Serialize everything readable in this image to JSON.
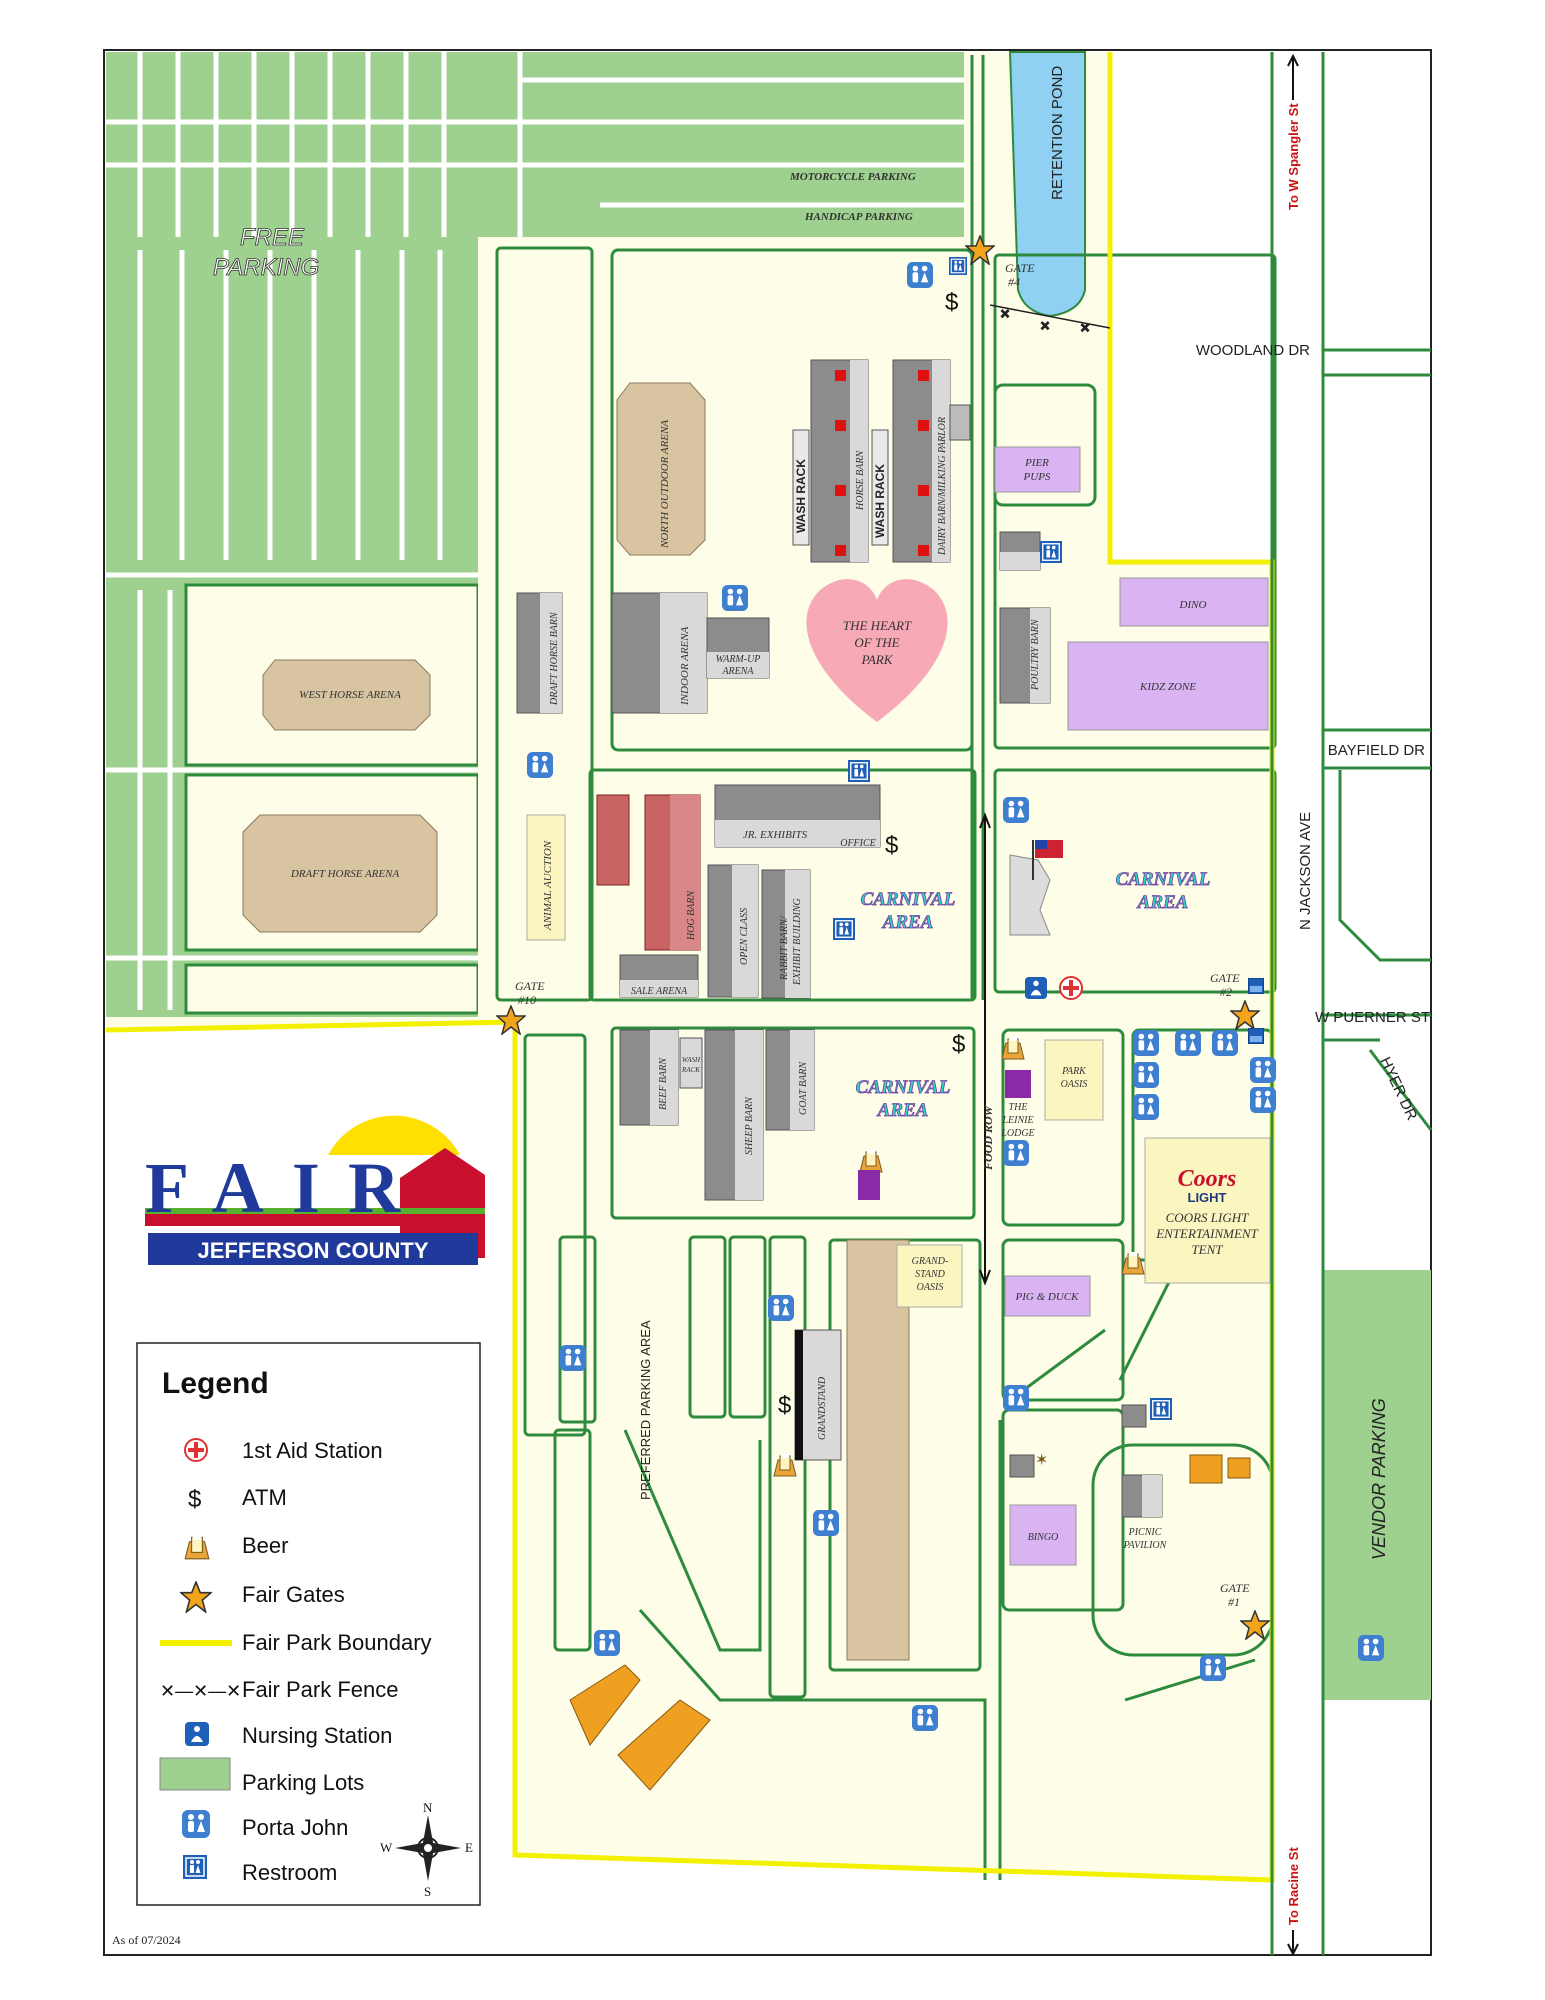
{
  "free_parking": [
    "FREE",
    "PARKING"
  ],
  "parking_labels": {
    "motorcycle": "MOTORCYCLE PARKING",
    "handicap": "HANDICAP PARKING",
    "preferred": "PREFERRED PARKING AREA",
    "vendor": "VENDOR PARKING"
  },
  "retention_pond": "RETENTION POND",
  "streets": {
    "woodland": "WOODLAND DR",
    "bayfield": "BAYFIELD DR",
    "puerner": "W PUERNER ST",
    "hyer": "HYER DR",
    "jackson": "N JACKSON AVE",
    "spangler": "To W Spangler St",
    "racine": "To Racine St"
  },
  "gates": {
    "g4": [
      "GATE",
      "#4"
    ],
    "g10": [
      "GATE",
      "#10"
    ],
    "g2": [
      "GATE",
      "#2"
    ],
    "g1": [
      "GATE",
      "#1"
    ]
  },
  "buildings": {
    "north_outdoor_arena": "NORTH OUTDOOR ARENA",
    "wash_rack": "WASH RACK",
    "horse_barn": "HORSE BARN",
    "dairy_barn": "DAIRY BARN/MILKING PARLOR",
    "pier_pups": [
      "PIER",
      "PUPS"
    ],
    "dino": "DINO",
    "kidz_zone": "KIDZ ZONE",
    "poultry_barn": "POULTRY BARN",
    "west_horse_arena": "WEST HORSE ARENA",
    "draft_horse_arena": "DRAFT HORSE ARENA",
    "draft_horse_barn": "DRAFT HORSE BARN",
    "indoor_arena": "INDOOR ARENA",
    "warm_up_arena": [
      "WARM-UP",
      "ARENA"
    ],
    "heart": [
      "THE HEART",
      "OF THE",
      "PARK"
    ],
    "animal_auction": "ANIMAL AUCTION",
    "jr_exhibits": "JR. EXHIBITS",
    "office": "OFFICE",
    "hog_barn": "HOG BARN",
    "open_class": "OPEN CLASS",
    "rabbit_barn": [
      "RABBIT BARN/",
      "EXHIBIT BUILDING"
    ],
    "sale_arena": "SALE ARENA",
    "beef_barn": "BEEF BARN",
    "wash_rack_small": [
      "WASH",
      "RACK"
    ],
    "sheep_barn": "SHEEP BARN",
    "goat_barn": "GOAT BARN",
    "park_oasis": [
      "PARK",
      "OASIS"
    ],
    "leinie_lodge": [
      "THE",
      "LEINIE",
      "LODGE"
    ],
    "food_row": "FOOD ROW",
    "coors_logo": [
      "Coors",
      "LIGHT"
    ],
    "coors_tent": [
      "COORS LIGHT",
      "ENTERTAINMENT",
      "TENT"
    ],
    "grandstand_oasis": [
      "GRAND-",
      "STAND",
      "OASIS"
    ],
    "pig_duck": "PIG & DUCK",
    "grandstand": "GRANDSTAND",
    "bingo": "BINGO",
    "picnic_pavilion": [
      "PICNIC",
      "PAVILION"
    ]
  },
  "carnival": [
    "CARNIVAL",
    "AREA"
  ],
  "atm_symbol": "$",
  "logo": {
    "word": "FAIR",
    "county": "JEFFERSON COUNTY"
  },
  "legend": {
    "title": "Legend",
    "items": [
      "1st Aid Station",
      "ATM",
      "Beer",
      "Fair Gates",
      "Fair Park Boundary",
      "Fair Park Fence",
      "Nursing Station",
      "Parking Lots",
      "Porta John",
      "Restroom"
    ]
  },
  "compass": {
    "n": "N",
    "s": "S",
    "e": "E",
    "w": "W"
  },
  "date_note": "As of 07/2024",
  "colors": {
    "parking": "#9ed08f",
    "fairground": "#fdfde8",
    "boundary": "#f3f000",
    "road_edge": "#2e8b3d",
    "arena": "#d8c4a0",
    "purple": "#d9b3f2",
    "yellow_bldg": "#fbf6c0",
    "brick": "#c86464",
    "gray": "#8c8c8c",
    "pond": "#8fd0f3",
    "orange": "#f0a020",
    "red_cross": "#e03030",
    "blue": "#1f5fb8"
  }
}
